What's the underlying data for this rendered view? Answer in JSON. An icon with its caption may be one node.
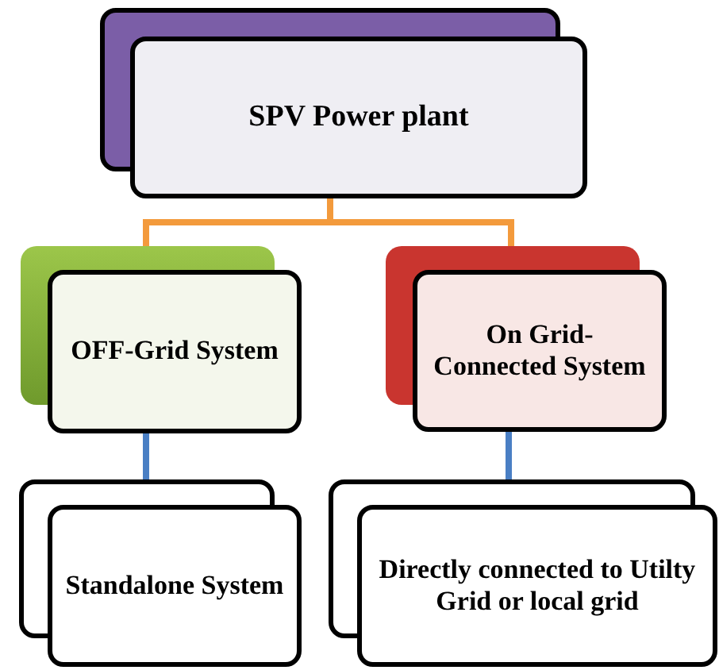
{
  "diagram": {
    "nodes": [
      {
        "text": [
          "SPV Power plant"
        ]
      },
      {
        "text": [
          "OFF-Grid System"
        ]
      },
      {
        "text": [
          "On Grid- Connected System"
        ]
      },
      {
        "text": [
          "Standalone System"
        ]
      },
      {
        "text": [
          "Directly connected to Utilty Grid or local grid"
        ]
      }
    ],
    "edges": [
      {
        "from": 0,
        "to": 1,
        "arrow": "none",
        "color": "#f39a3c"
      },
      {
        "from": 0,
        "to": 2,
        "arrow": "none",
        "color": "#f39a3c"
      },
      {
        "from": 1,
        "to": 3,
        "arrow": "none",
        "color": "#4a7fc4"
      },
      {
        "from": 2,
        "to": 4,
        "arrow": "none",
        "color": "#4a7fc4"
      }
    ]
  }
}
